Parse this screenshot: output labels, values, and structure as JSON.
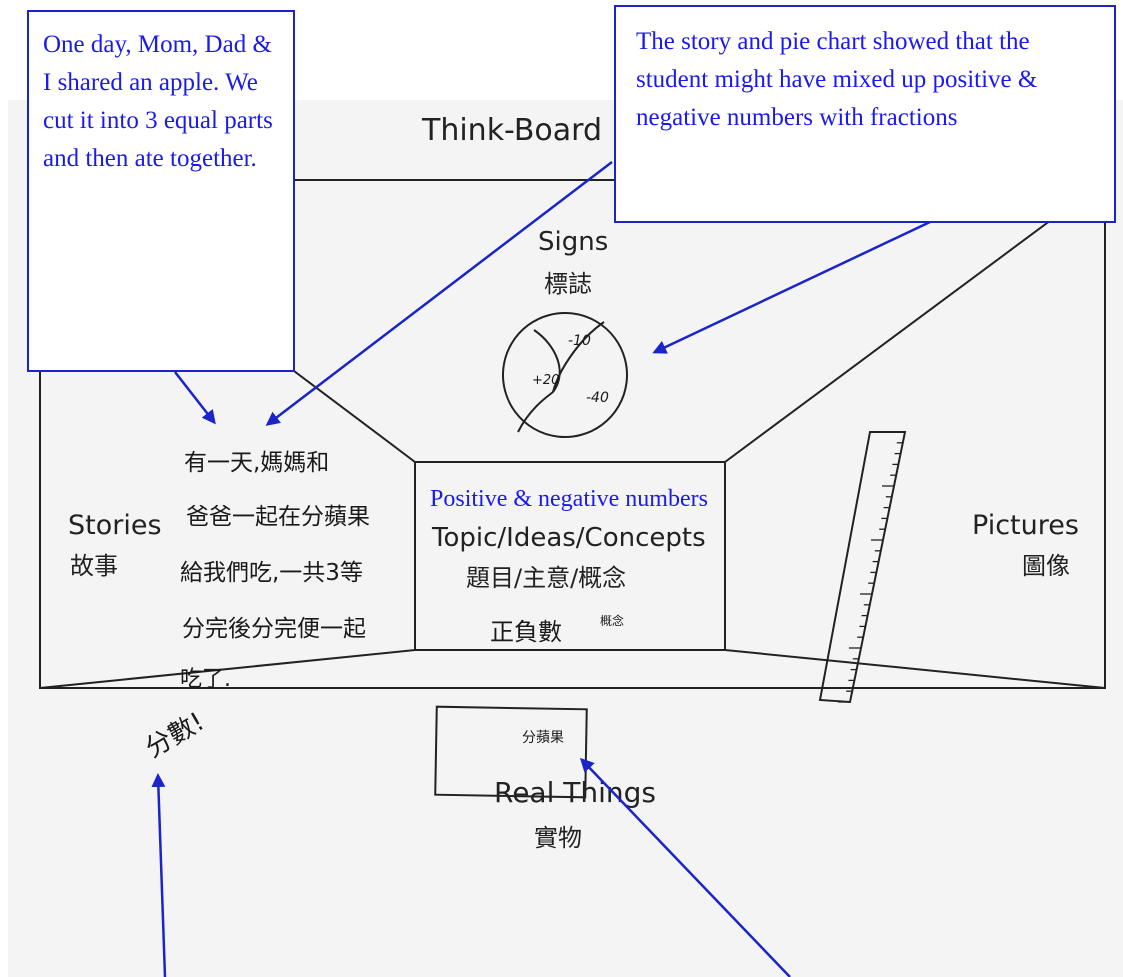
{
  "board": {
    "title": "Think-Board",
    "signs": {
      "en": "Signs",
      "zh": "標誌"
    },
    "stories": {
      "en": "Stories",
      "zh": "故事"
    },
    "pictures": {
      "en": "Pictures",
      "zh": "圖像"
    },
    "real_things": {
      "en": "Real Things",
      "zh": "實物"
    },
    "topic": {
      "en": "Topic/Ideas/Concepts",
      "zh": "題目/主意/概念"
    }
  },
  "handwriting": {
    "story_lines": [
      "有一天,媽媽和",
      "爸爸一起在分蘋果",
      "給我們吃,一共3等",
      "分完後分完便一起",
      "吃了."
    ],
    "fraction_note": "分數!",
    "topic_answer": "正負數",
    "topic_small": "概念",
    "real_thing_label": "分蘋果",
    "pie_labels": [
      "-10",
      "+20",
      "-40"
    ]
  },
  "annotations": {
    "story_translation": "One day, Mom, Dad & I shared an apple. We cut it into 3 equal parts and then ate together.",
    "analysis": "The story and pie chart showed that the student might have mixed up positive & negative numbers with fractions",
    "topic_caption": "Positive & negative numbers"
  },
  "colors": {
    "annotation_blue": "#1a1aee",
    "arrow_blue": "#1a24c8",
    "scan_gray": "#f4f4f4"
  }
}
